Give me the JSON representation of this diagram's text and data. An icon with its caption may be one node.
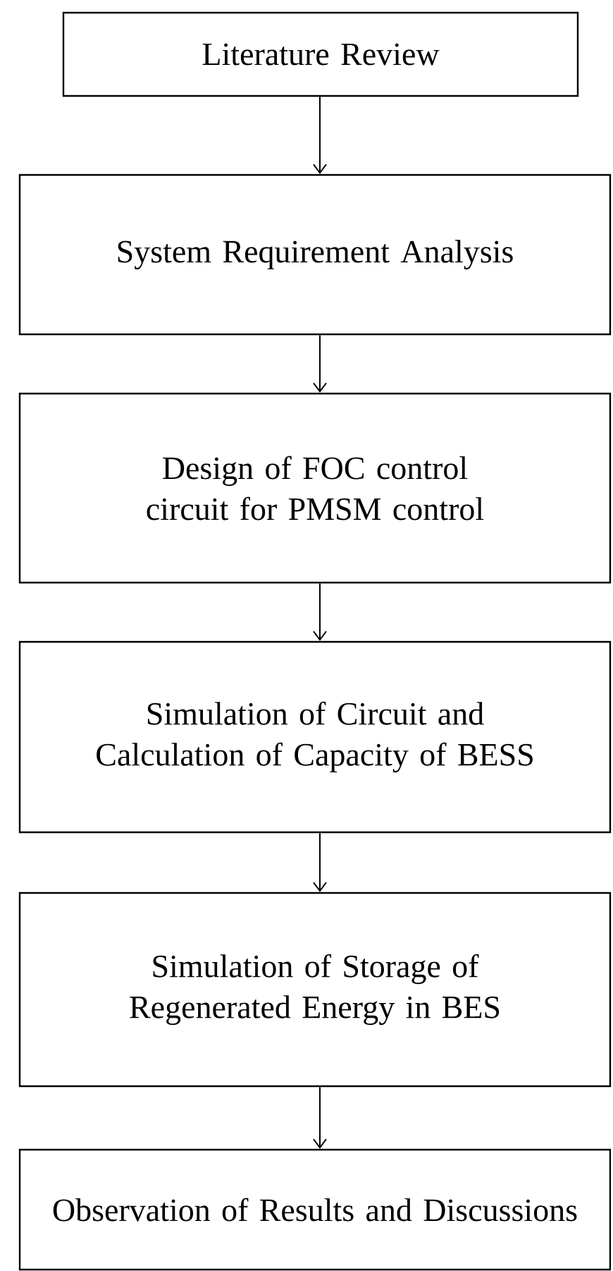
{
  "diagram": {
    "nodes": [
      {
        "text": [
          "Literature Review"
        ]
      },
      {
        "text": [
          "System Requirement Analysis"
        ]
      },
      {
        "text": [
          "Design of FOC control circuit for PMSM control"
        ]
      },
      {
        "text": [
          "Simulation of Circuit and Calculation of Capacity of BESS"
        ]
      },
      {
        "text": [
          "Simulation of Storage of Regenerated Energy in BES"
        ]
      },
      {
        "text": [
          "Observation of Results and Discussions"
        ]
      }
    ],
    "edges": [
      {
        "from": 0,
        "to": 1,
        "arrow": "to"
      },
      {
        "from": 1,
        "to": 2,
        "arrow": "to"
      },
      {
        "from": 2,
        "to": 3,
        "arrow": "to"
      },
      {
        "from": 3,
        "to": 4,
        "arrow": "to"
      },
      {
        "from": 4,
        "to": 5,
        "arrow": "to"
      }
    ]
  }
}
